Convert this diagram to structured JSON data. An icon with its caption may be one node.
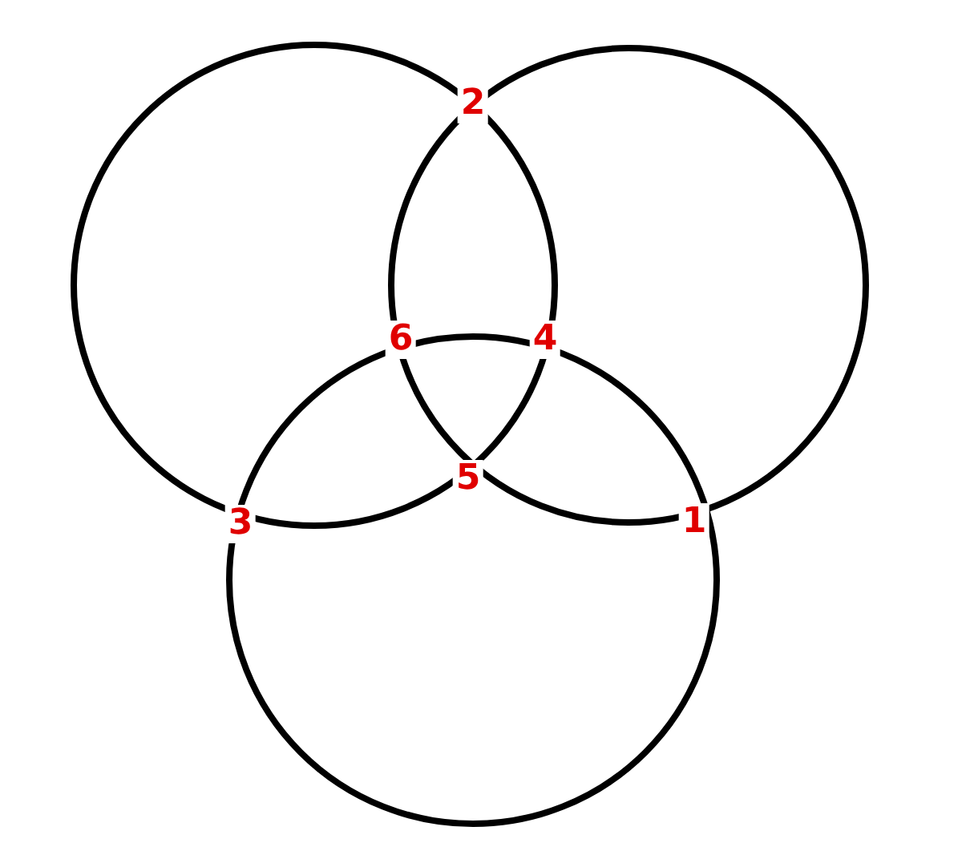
{
  "diagram": {
    "labels": [
      "2",
      "6",
      "4",
      "5",
      "3",
      "1"
    ]
  }
}
